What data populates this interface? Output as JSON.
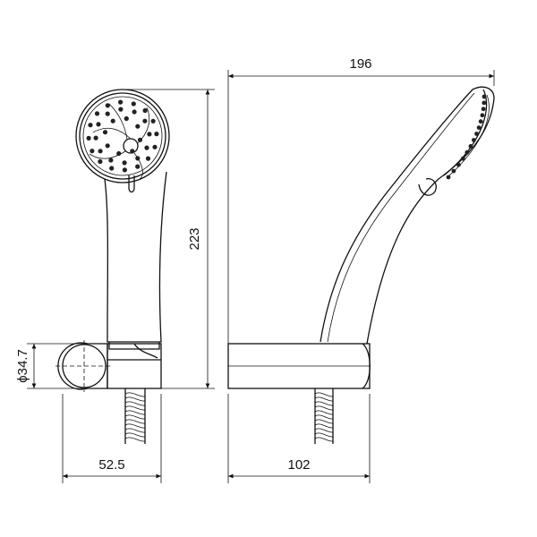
{
  "dimensions": {
    "overall_width": "196",
    "overall_height": "223",
    "mount_diameter": "ϕ34.7",
    "mount_width_front": "52.5",
    "mount_depth_side": "102"
  },
  "views": [
    "front-view",
    "side-view"
  ]
}
